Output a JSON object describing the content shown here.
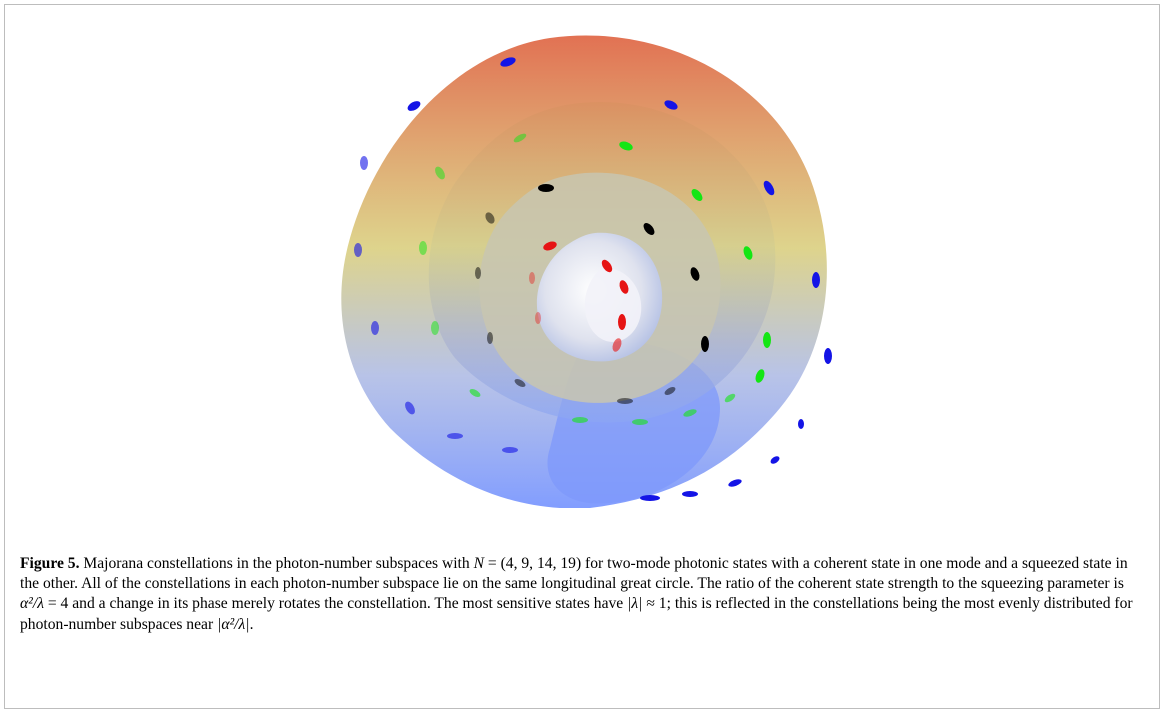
{
  "caption": {
    "label": "Figure 5.",
    "p1": "Majorana constellations in the photon-number subspaces with ",
    "m1": "N",
    "p2": " = (4, 9, 14, 19) for two-mode photonic states with a coherent state in one mode and a squeezed state in the other. All of the constellations in each photon-number subspace lie on the same longitudinal great circle. The ratio of the coherent state strength to the squeezing parameter is ",
    "m2": "α²/λ",
    "p3": " = 4 and a change in its phase merely rotates the constellation. The most sensitive states have ",
    "m3": "|λ|",
    "p4": " ≈ 1; this is reflected in the constellations being the most evenly distributed for photon-number subspaces near ",
    "m4": "|α²/λ|",
    "p5": "."
  },
  "figure": {
    "shells": [
      {
        "N": 19,
        "point_color": "#1010e0"
      },
      {
        "N": 14,
        "point_color": "#10e010"
      },
      {
        "N": 9,
        "point_color": "#000000"
      },
      {
        "N": 4,
        "point_color": "#e01010"
      }
    ],
    "colors": {
      "top": "#e07050",
      "middle": "#d8d890",
      "bottom": "#8aa4f8"
    }
  }
}
